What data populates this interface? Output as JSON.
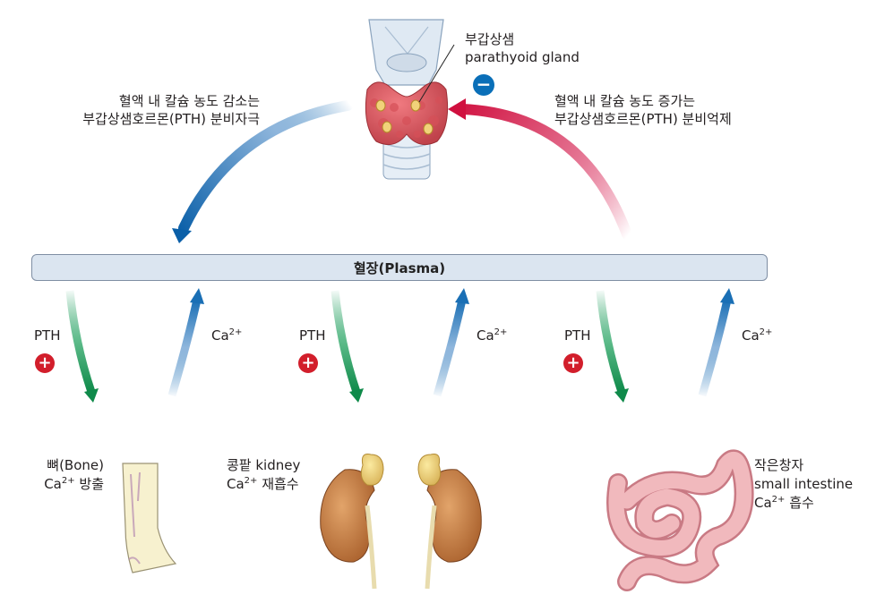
{
  "gland": {
    "name_ko": "부갑상샘",
    "name_en": "parathyoid gland"
  },
  "left_arrow_label": {
    "line1": "혈액 내 칼슘 농도 감소는",
    "line2": "부갑상샘호르몬(PTH) 분비자극"
  },
  "right_arrow_label": {
    "line1": "혈액 내 칼슘 농도 증가는",
    "line2": "부갑상샘호르몬(PTH) 분비억제"
  },
  "plasma_label": "혈장(Plasma)",
  "flows": [
    {
      "down_label": "PTH",
      "up_label": "Ca",
      "up_sup": "2+",
      "sign": "+"
    },
    {
      "down_label": "PTH",
      "up_label": "Ca",
      "up_sup": "2+",
      "sign": "+"
    },
    {
      "down_label": "PTH",
      "up_label": "Ca",
      "up_sup": "2+",
      "sign": "+"
    }
  ],
  "minus_sign": "−",
  "organs": {
    "bone": {
      "line1": "뼈(Bone)",
      "ca": "Ca",
      "sup": "2+",
      "action": " 방출"
    },
    "kidney": {
      "line1": "콩팥 kidney",
      "ca": "Ca",
      "sup": "2+",
      "action": " 재흡수"
    },
    "intestine": {
      "line1": "작은창자",
      "line2": "small intestine",
      "ca": "Ca",
      "sup": "2+",
      "action": " 흡수"
    }
  },
  "colors": {
    "blue_arrow": "#1a6fb5",
    "red_arrow": "#d81b4f",
    "green_arrow": "#1a9b5a",
    "plasma_fill": "#dbe5f0"
  }
}
